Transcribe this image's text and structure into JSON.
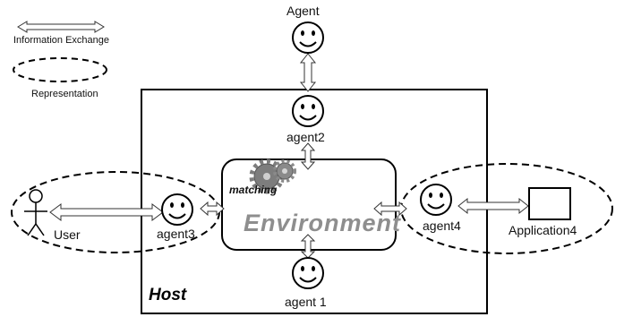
{
  "legend": {
    "exchange_label": "Information Exchange",
    "representation_label": "Representation"
  },
  "host_label": "Host",
  "environment": {
    "label": "Environment",
    "matching_label": "matching"
  },
  "agents": {
    "agent_top": "Agent",
    "agent2": "agent2",
    "agent3": "agent3",
    "agent4": "agent4",
    "agent1": "agent 1"
  },
  "user_label": "User",
  "application_label": "Application4",
  "icons": [
    "smiley-face-icon",
    "stick-figure-icon",
    "gear-icon",
    "double-arrow-icon"
  ],
  "colors": {
    "line": "#000000",
    "environment_text": "#8e8e8e",
    "gear": "#7d7d7d"
  }
}
